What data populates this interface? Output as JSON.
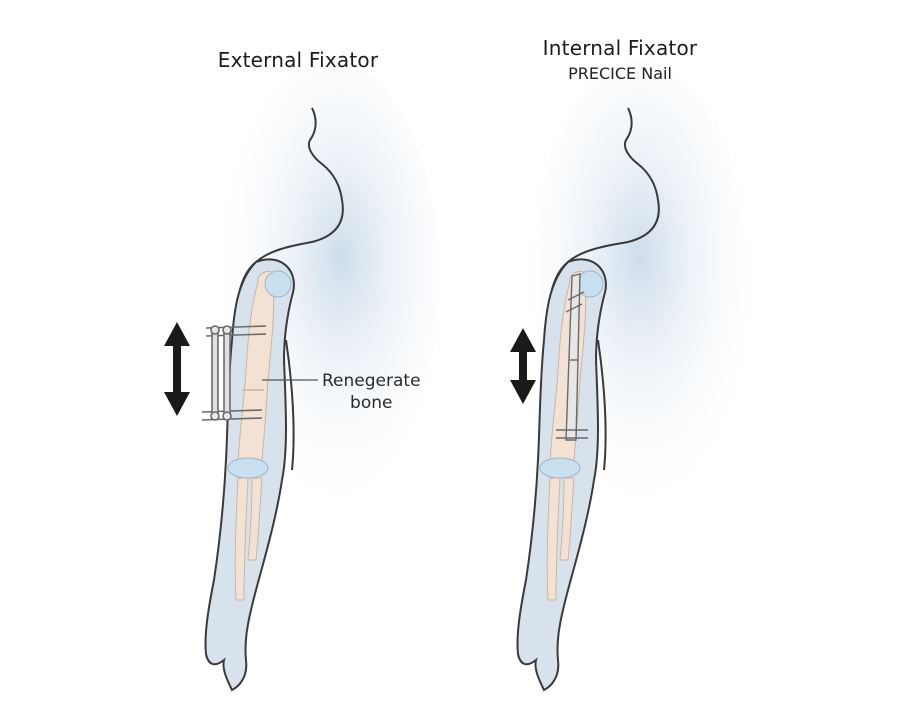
{
  "left_panel": {
    "title": "External Fixator",
    "callout_line1": "Renegerate",
    "callout_line2": "bone"
  },
  "right_panel": {
    "title": "Internal Fixator",
    "subtitle": "PRECICE Nail"
  },
  "colors": {
    "skin_fill": "#d7e2ec",
    "outline": "#3a3a3a",
    "bone": "#f3e2d3",
    "joint": "#c9e0f0",
    "arrow": "#1a1a1a"
  }
}
